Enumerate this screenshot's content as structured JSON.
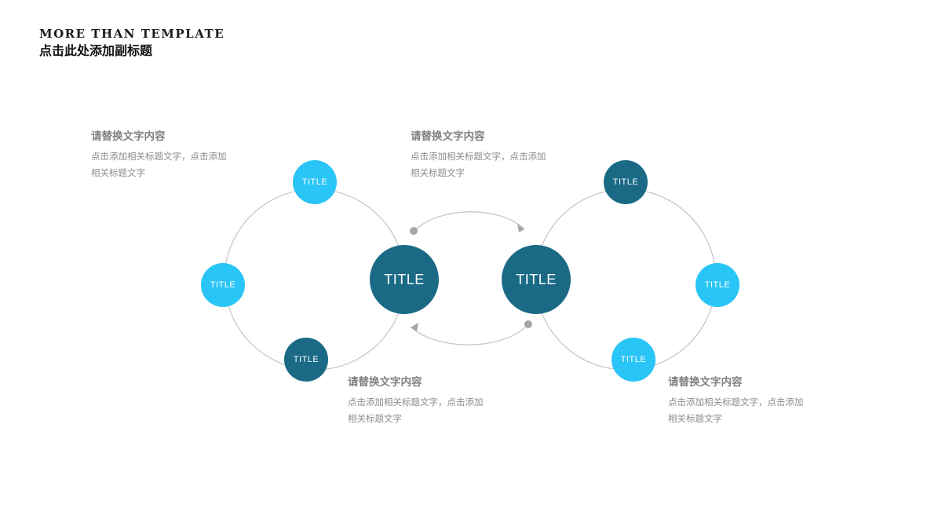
{
  "header": {
    "main_title": "MORE THAN TEMPLATE",
    "sub_title": "点击此处添加副标题"
  },
  "colors": {
    "dark_teal": "#1a6a86",
    "cyan": "#29c5f6",
    "line_gray": "#bfbfbf",
    "text_gray": "#8c8c8c",
    "head_gray": "#808080"
  },
  "nodes": [
    {
      "id": "left-top",
      "label": "TITLE",
      "color": "cyan",
      "size": "small"
    },
    {
      "id": "left-side",
      "label": "TITLE",
      "color": "cyan",
      "size": "small"
    },
    {
      "id": "left-bottom",
      "label": "TITLE",
      "color": "dark_teal",
      "size": "small"
    },
    {
      "id": "left-center",
      "label": "TITLE",
      "color": "dark_teal",
      "size": "big"
    },
    {
      "id": "right-center",
      "label": "TITLE",
      "color": "dark_teal",
      "size": "big"
    },
    {
      "id": "right-top",
      "label": "TITLE",
      "color": "dark_teal",
      "size": "small"
    },
    {
      "id": "right-side",
      "label": "TITLE",
      "color": "cyan",
      "size": "small"
    },
    {
      "id": "right-bottom",
      "label": "TITLE",
      "color": "cyan",
      "size": "small"
    }
  ],
  "callouts": [
    {
      "id": "top-left",
      "heading": "请替换文字内容",
      "line1": "点击添加相关标题文字，点击添加",
      "line2": "相关标题文字"
    },
    {
      "id": "top-right",
      "heading": "请替换文字内容",
      "line1": "点击添加相关标题文字，点击添加",
      "line2": "相关标题文字"
    },
    {
      "id": "bottom-left",
      "heading": "请替换文字内容",
      "line1": "点击添加相关标题文字，点击添加",
      "line2": "相关标题文字"
    },
    {
      "id": "bottom-right",
      "heading": "请替换文字内容",
      "line1": "点击添加相关标题文字，点击添加",
      "line2": "相关标题文字"
    }
  ]
}
